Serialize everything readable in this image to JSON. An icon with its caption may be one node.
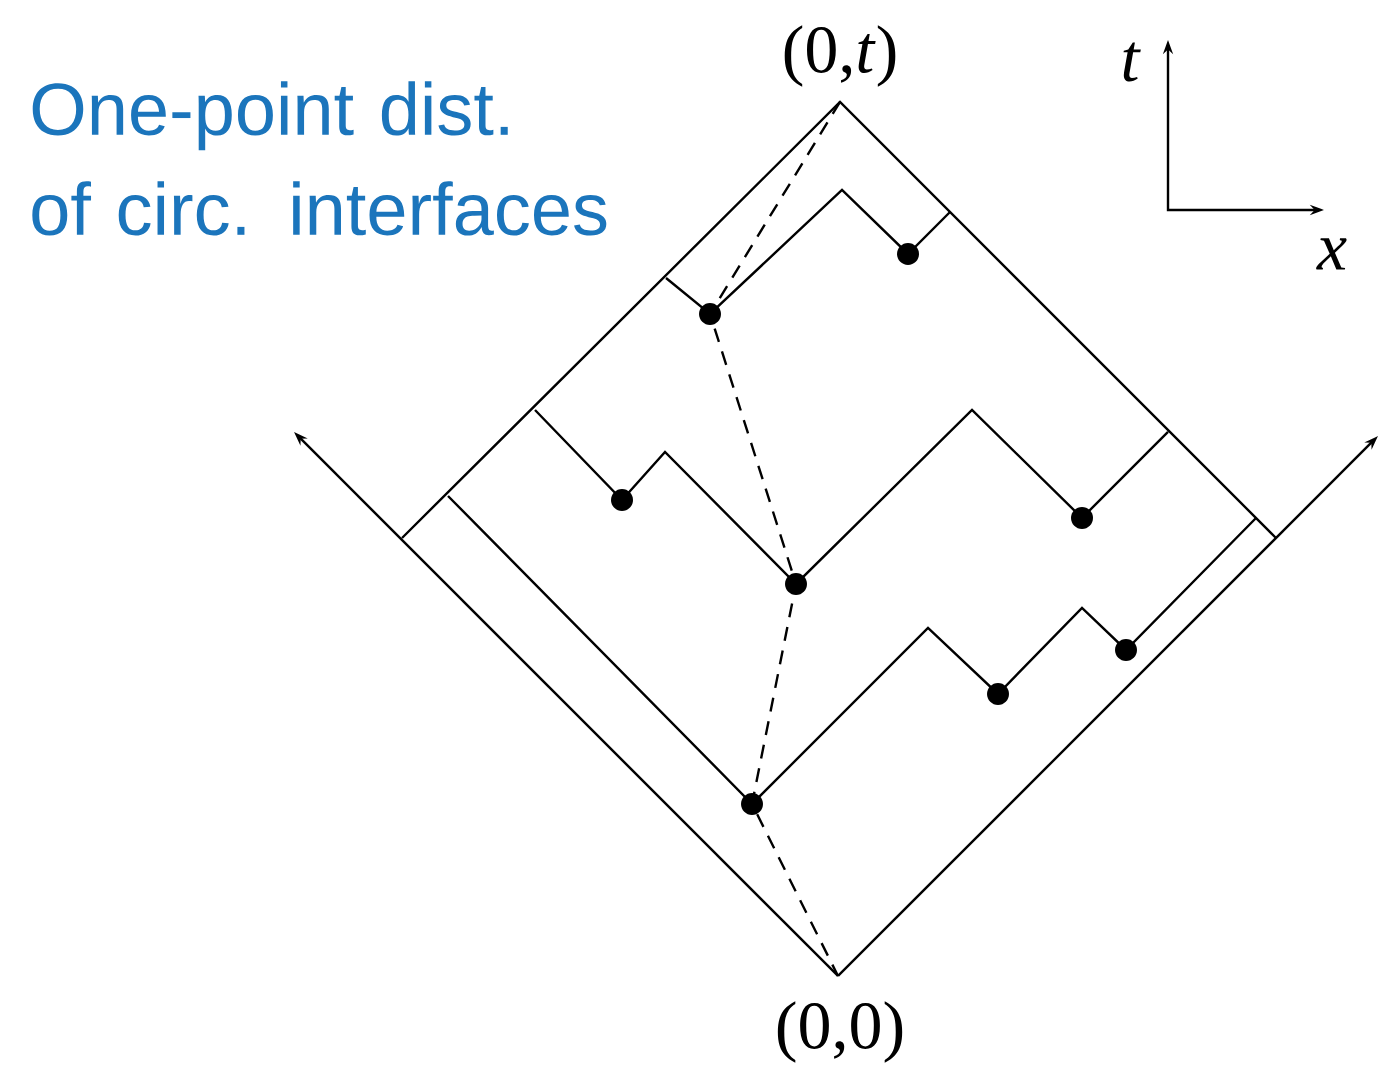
{
  "diagram": {
    "title": "One-point dist. of circ. interfaces",
    "labels": [
      "(0,*t*)",
      "(0,0)",
      "t",
      "x"
    ]
  }
}
